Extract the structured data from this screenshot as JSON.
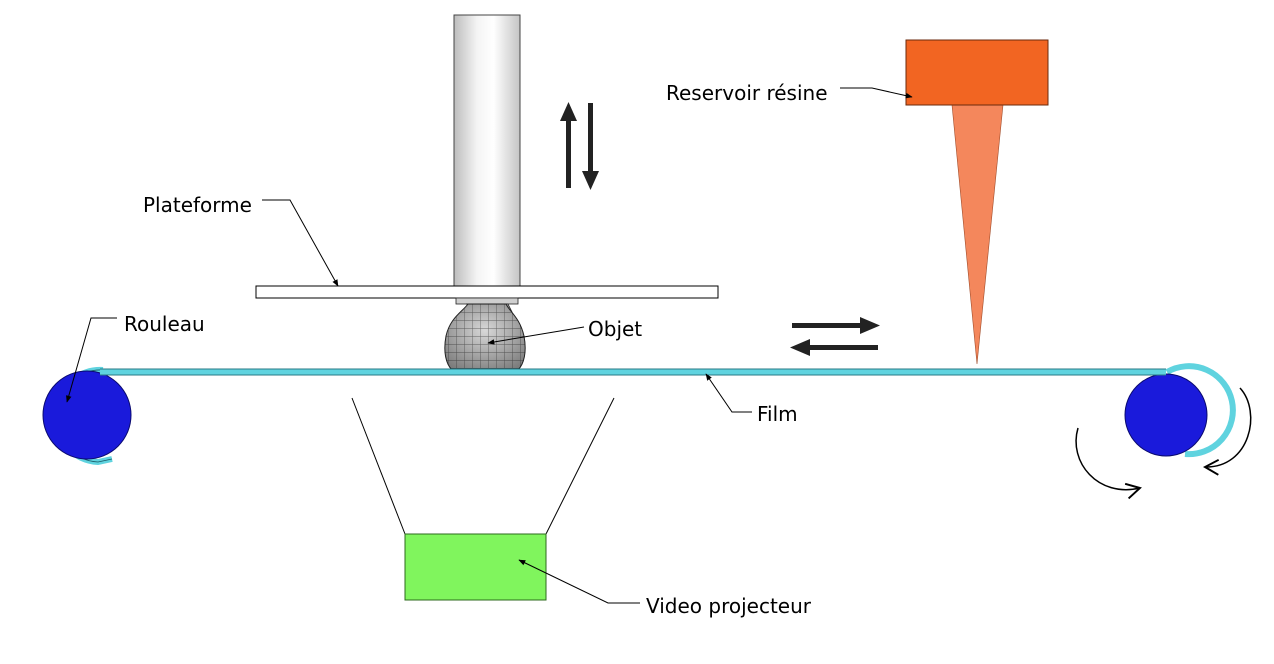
{
  "labels": {
    "reservoir": "Reservoir résine",
    "plateforme": "Plateforme",
    "rouleau": "Rouleau",
    "objet": "Objet",
    "film": "Film",
    "projecteur": "Video projecteur"
  },
  "colors": {
    "reservoir": "#f26522",
    "resin_jet": "#f4875c",
    "roller": "#1a1adb",
    "film": "#5fd3df",
    "projector": "#80f55d",
    "column": "#e8e8e8",
    "object": "#9a9a9a"
  },
  "icons": {
    "vertical_motion": "up-down-arrows-icon",
    "horizontal_motion": "left-right-arrows-icon",
    "rotation": "rotation-arrows-icon"
  }
}
